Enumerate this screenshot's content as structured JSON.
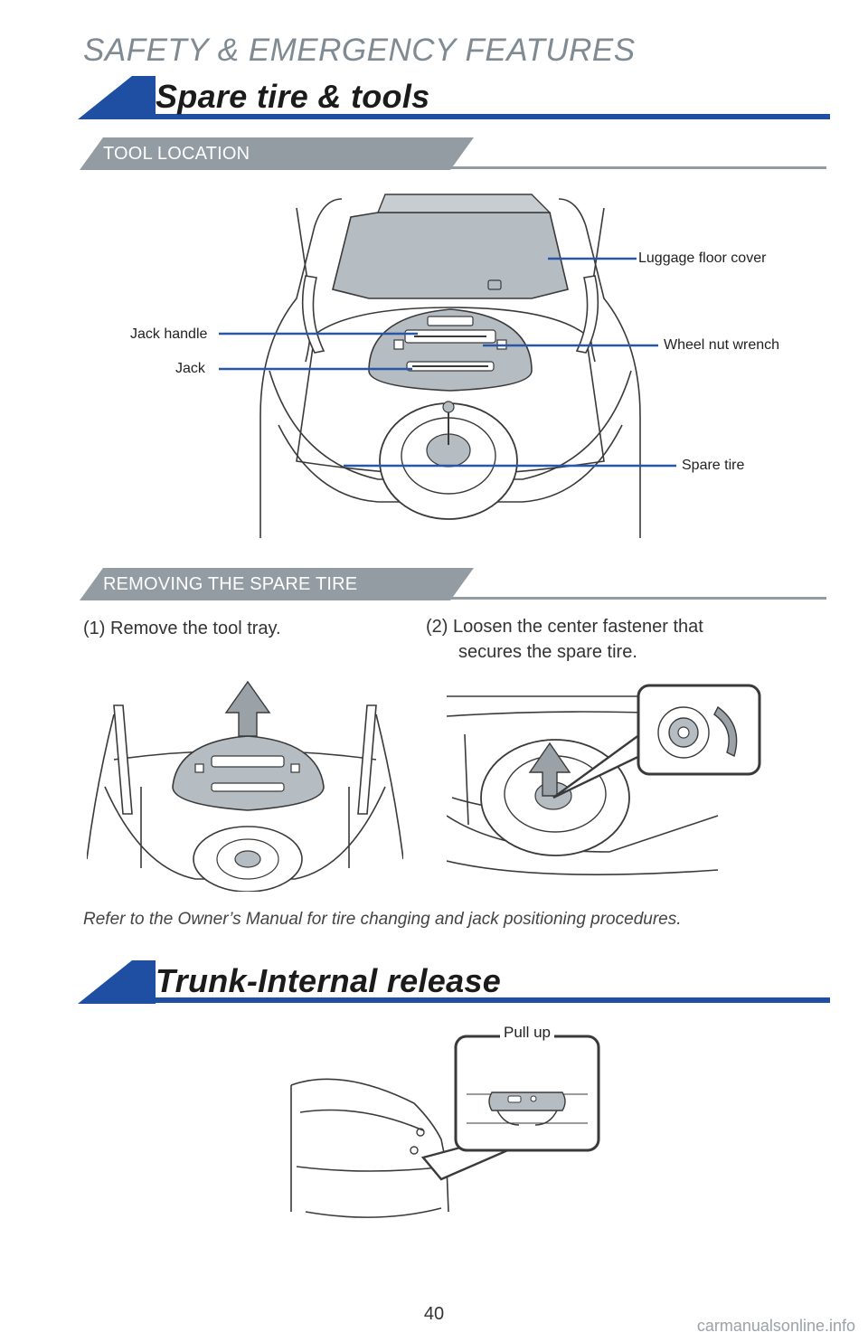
{
  "page": {
    "section_kicker": "SAFETY & EMERGENCY FEATURES",
    "page_number": "40",
    "watermark": "carmanualsonline.info"
  },
  "spare_tire": {
    "title": "Spare tire & tools",
    "tool_location": {
      "heading": "TOOL LOCATION",
      "labels": {
        "luggage_floor_cover": "Luggage floor cover",
        "jack_handle": "Jack handle",
        "wheel_nut_wrench": "Wheel nut wrench",
        "jack": "Jack",
        "spare_tire": "Spare tire"
      }
    },
    "removing": {
      "heading": "REMOVING THE SPARE TIRE",
      "step1": "(1) Remove the tool tray.",
      "step2_line1": "(2) Loosen the center fastener that",
      "step2_line2": "secures the spare tire."
    },
    "note": "Refer to the Owner’s Manual for tire changing and jack positioning procedures."
  },
  "trunk_release": {
    "title": "Trunk-Internal release",
    "pull_label": "Pull up"
  },
  "colors": {
    "brand_blue": "#1f4fa3",
    "band_gray": "#939ca3",
    "leader_blue": "#2a56a8",
    "tray_gray": "#b5bcc2"
  }
}
